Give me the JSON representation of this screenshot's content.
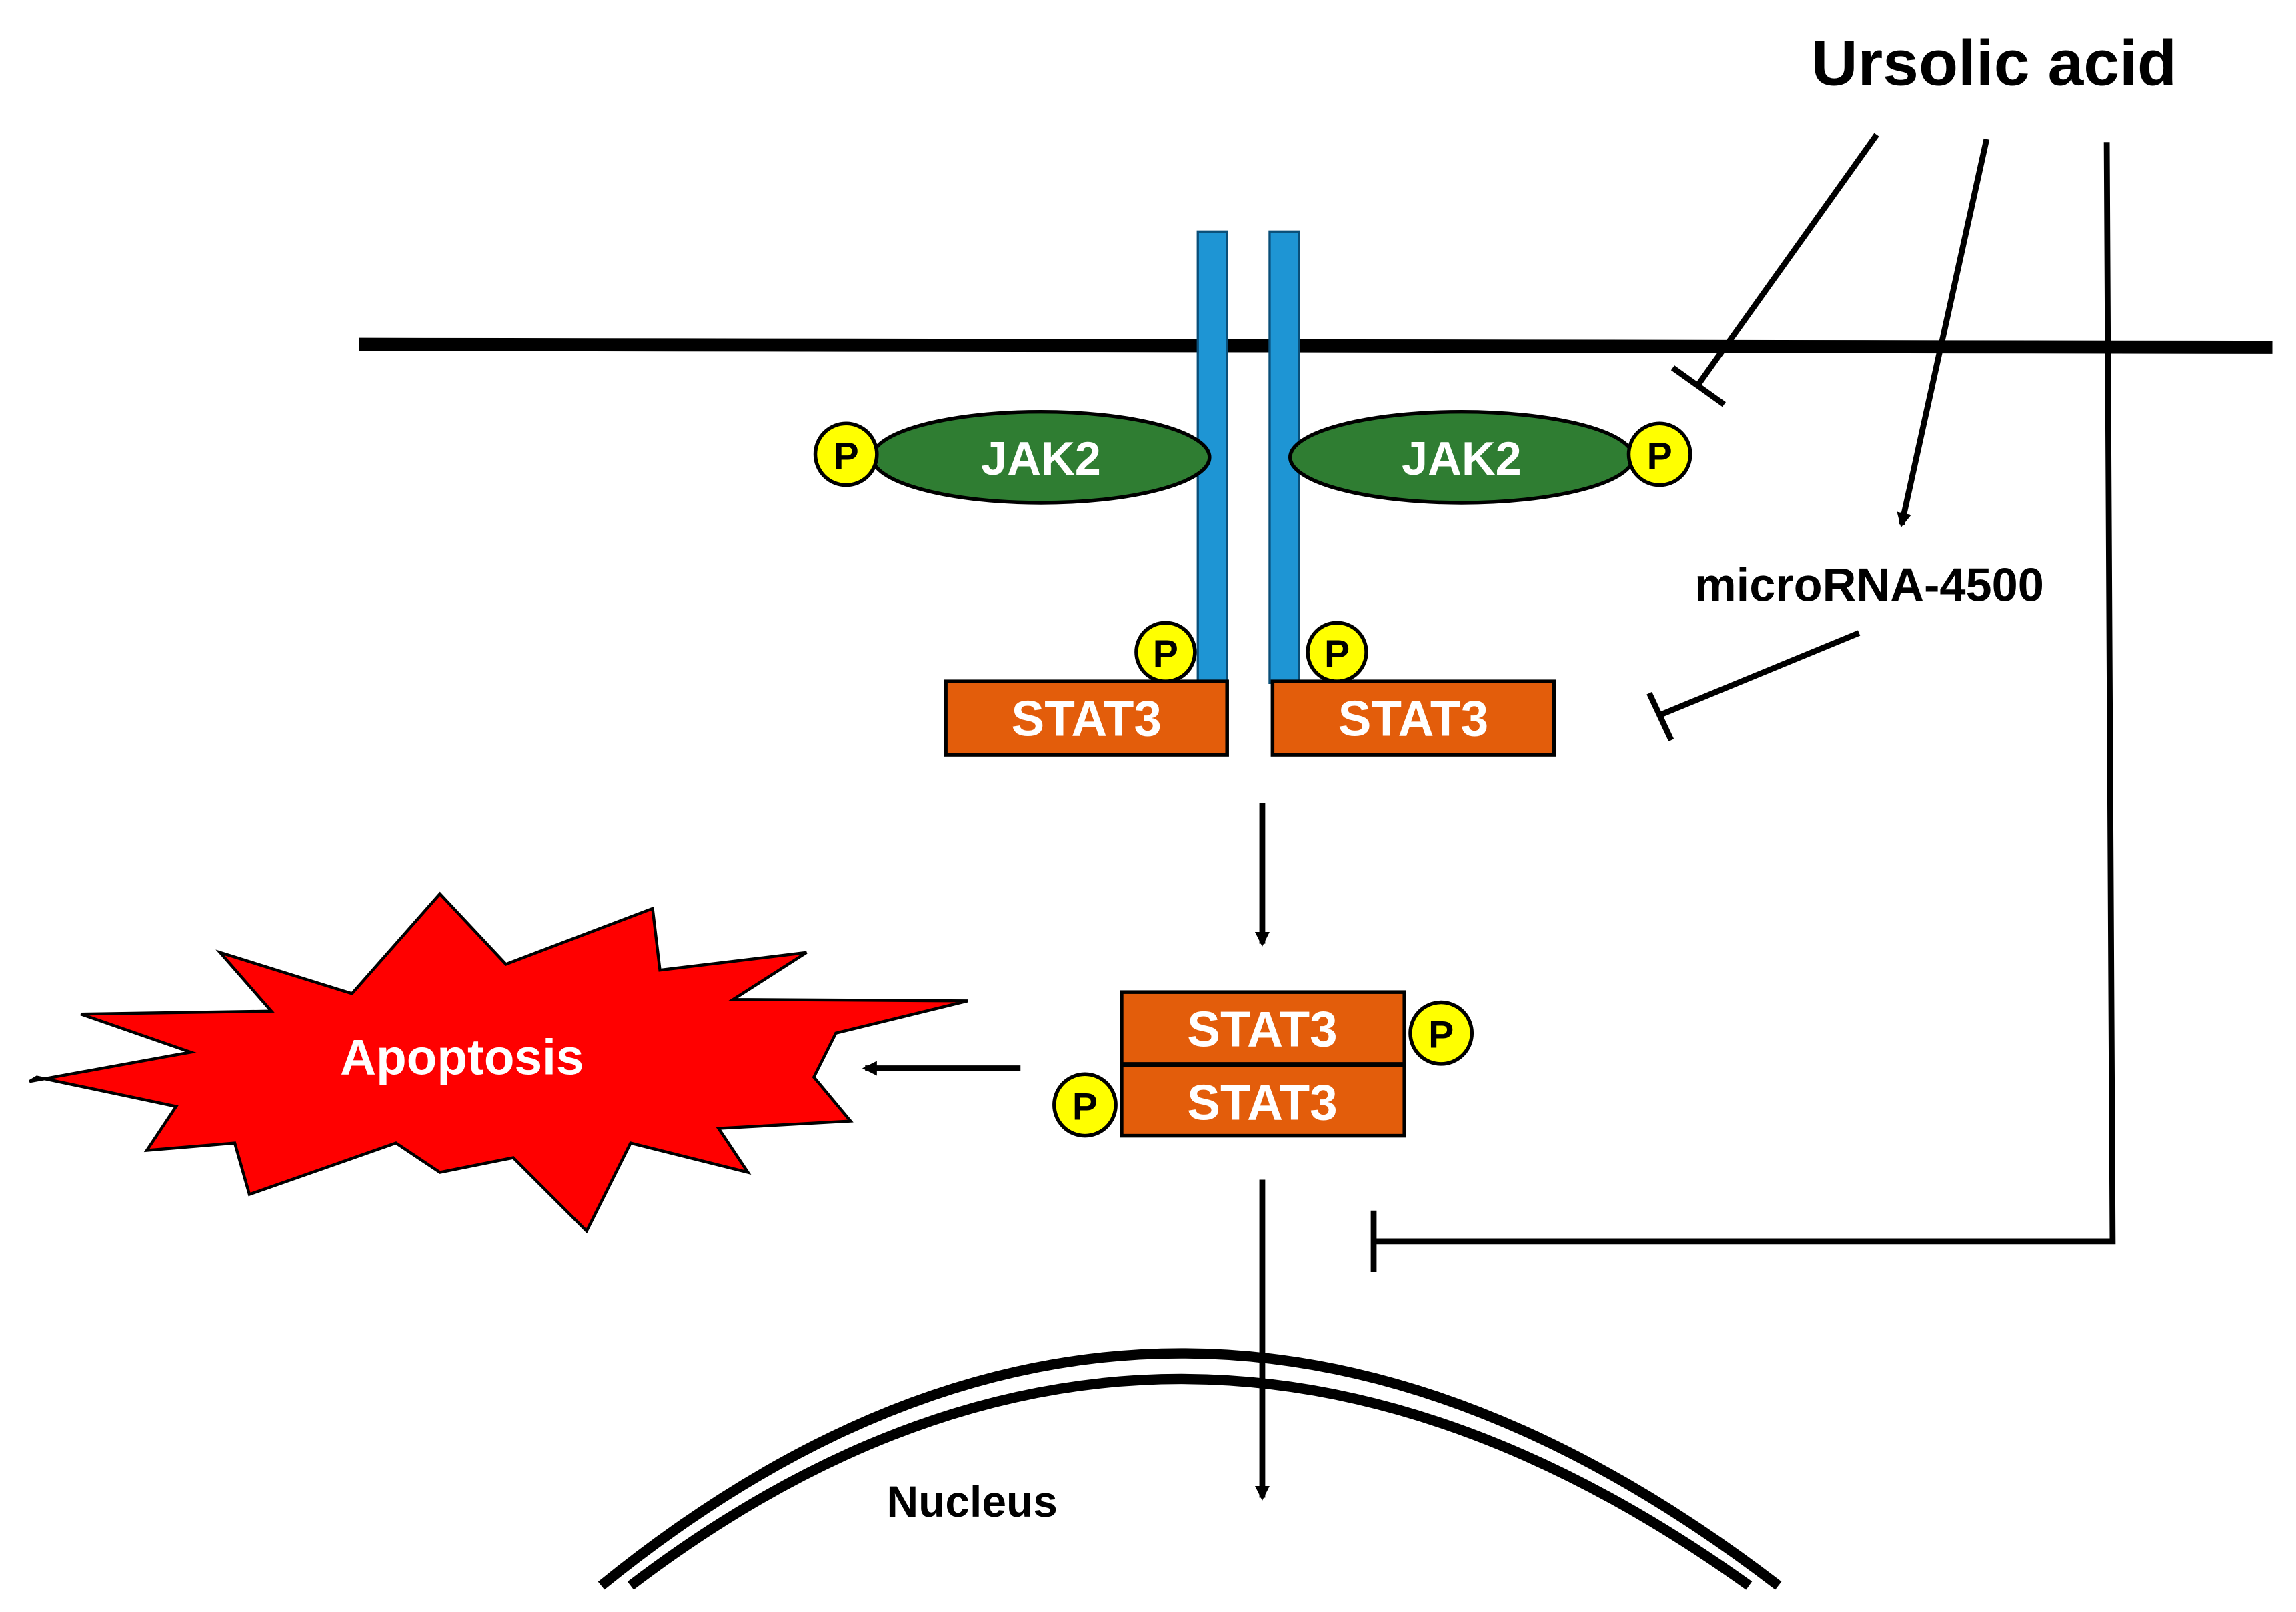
{
  "diagram": {
    "drug_label": "Ursolic acid",
    "mirna_label": "microRNA-4500",
    "jak2_left_label": "JAK2",
    "jak2_right_label": "JAK2",
    "stat3_left_label": "STAT3",
    "stat3_right_label": "STAT3",
    "stat3_dimer_top_label": "STAT3",
    "stat3_dimer_bottom_label": "STAT3",
    "apoptosis_label": "Apoptosis",
    "nucleus_label": "Nucleus",
    "phospho_label": "P"
  },
  "colors": {
    "membrane": "#000000",
    "receptor": "#1e95d4",
    "jak2_fill": "#2f7d32",
    "phospho_fill": "#ffff00",
    "stat3_fill": "#e35d0b",
    "apoptosis_fill": "#ff0000",
    "text_light": "#ffffff",
    "text_dark": "#000000"
  }
}
